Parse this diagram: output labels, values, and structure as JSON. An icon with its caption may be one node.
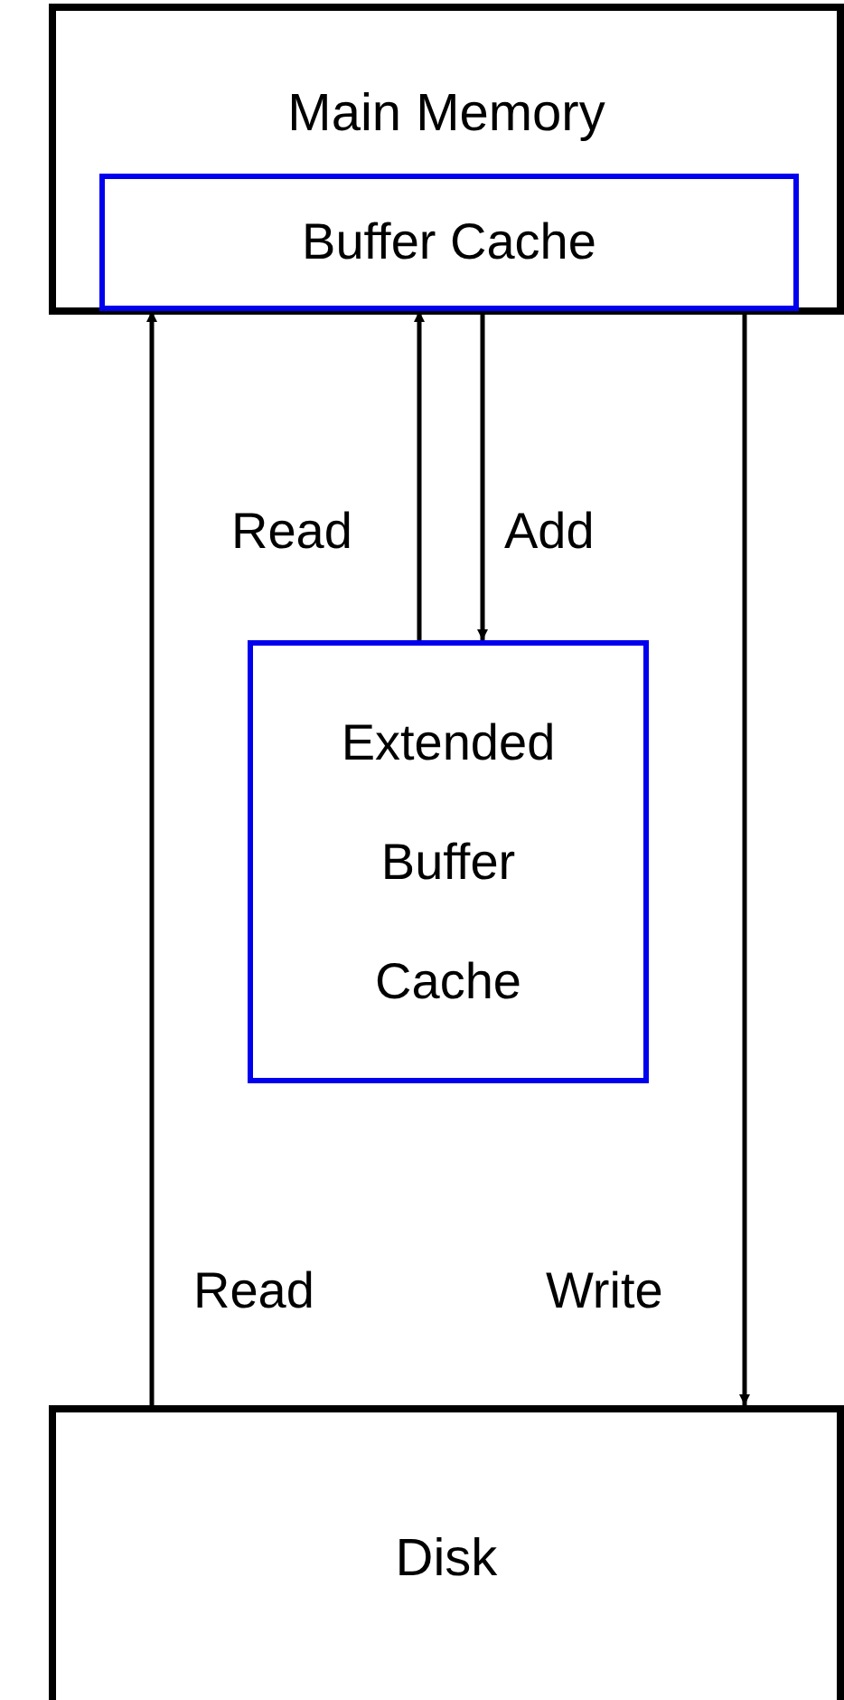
{
  "diagram": {
    "nodes": [
      {
        "text": [
          "Main Memory"
        ]
      },
      {
        "text": [
          "Buffer Cache"
        ],
        "in": 0
      },
      {
        "text": [
          "Extended Buffer Cache"
        ]
      },
      {
        "text": [
          "Disk"
        ]
      }
    ],
    "edges": [
      {
        "from": 3,
        "to": 1,
        "arrow": "to",
        "label": "Read"
      },
      {
        "from": 2,
        "to": 1,
        "arrow": "to",
        "label": "Read"
      },
      {
        "from": 1,
        "to": 2,
        "arrow": "to",
        "label": "Add"
      },
      {
        "from": 1,
        "to": 3,
        "arrow": "to",
        "label": "Write"
      }
    ]
  }
}
